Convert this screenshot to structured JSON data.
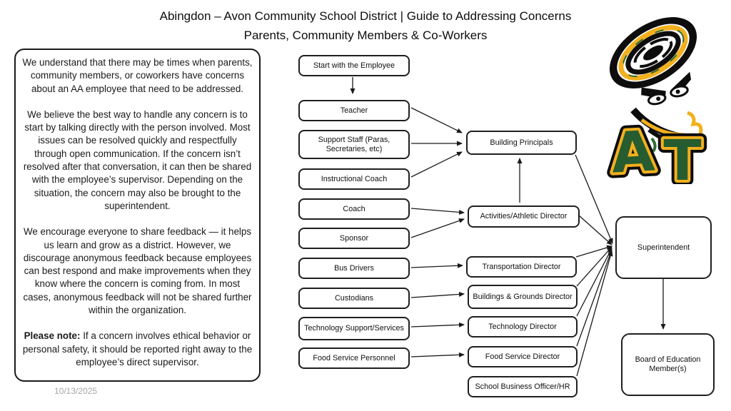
{
  "title": {
    "line1": "Abingdon – Avon Community School District | Guide to Addressing Concerns",
    "line2": "Parents, Community Members & Co-Workers"
  },
  "info_panel": {
    "paragraph1": "We understand that there may be times when parents, community members, or coworkers have concerns about an AA employee that need to be addressed.",
    "paragraph2": "We believe the best way to handle any concern is to start by talking directly with the person involved. Most issues can be resolved quickly and respectfully through open communication. If the concern isn’t resolved after that conversation, it can then be shared with the employee’s supervisor. Depending on the situation, the concern may also be brought to the superintendent.",
    "paragraph3": "We encourage everyone to share feedback — it helps us learn and grow as a district. However, we discourage anonymous feedback because employees can best respond and make improvements when they know where the concern is coming from. In most cases, anonymous feedback will not be shared further within the organization.",
    "note_label": "Please note:",
    "note_text": " If a concern involves ethical behavior or personal safety, it should be reported right away to the employee’s direct supervisor."
  },
  "date": "10/13/2025",
  "flowchart": {
    "boxes": [
      {
        "id": "start-with-employee",
        "label": "Start with the Employee"
      },
      {
        "id": "teacher",
        "label": "Teacher"
      },
      {
        "id": "support-staff",
        "label": "Support Staff (Paras, Secretaries, etc)"
      },
      {
        "id": "instructional-coach",
        "label": "Instructional Coach"
      },
      {
        "id": "coach",
        "label": "Coach"
      },
      {
        "id": "sponsor",
        "label": "Sponsor"
      },
      {
        "id": "bus-drivers",
        "label": "Bus Drivers"
      },
      {
        "id": "custodians",
        "label": "Custodians"
      },
      {
        "id": "technology-support",
        "label": "Technology Support/Services"
      },
      {
        "id": "food-service-personnel",
        "label": "Food Service Personnel"
      },
      {
        "id": "building-principals",
        "label": "Building Principals"
      },
      {
        "id": "activities-athletic-director",
        "label": "Activities/Athletic Director"
      },
      {
        "id": "transportation-director",
        "label": "Transportation Director"
      },
      {
        "id": "buildings-grounds-director",
        "label": "Buildings & Grounds Director"
      },
      {
        "id": "technology-director",
        "label": "Technology Director"
      },
      {
        "id": "food-service-director",
        "label": "Food Service Director"
      },
      {
        "id": "school-business-officer",
        "label": "School Business Officer/HR"
      },
      {
        "id": "superintendent",
        "label": "Superintendent"
      },
      {
        "id": "board-of-education",
        "label": "Board of Education Member(s)"
      }
    ],
    "connections": [
      {
        "from": "start-with-employee",
        "to": "teacher"
      },
      {
        "from": "teacher",
        "to": "building-principals"
      },
      {
        "from": "support-staff",
        "to": "building-principals"
      },
      {
        "from": "instructional-coach",
        "to": "building-principals"
      },
      {
        "from": "coach",
        "to": "activities-athletic-director"
      },
      {
        "from": "sponsor",
        "to": "activities-athletic-director"
      },
      {
        "from": "activities-athletic-director",
        "to": "building-principals"
      },
      {
        "from": "bus-drivers",
        "to": "transportation-director"
      },
      {
        "from": "custodians",
        "to": "buildings-grounds-director"
      },
      {
        "from": "technology-support",
        "to": "technology-director"
      },
      {
        "from": "food-service-personnel",
        "to": "food-service-director"
      },
      {
        "from": "building-principals",
        "to": "superintendent"
      },
      {
        "from": "activities-athletic-director",
        "to": "superintendent"
      },
      {
        "from": "transportation-director",
        "to": "superintendent"
      },
      {
        "from": "buildings-grounds-director",
        "to": "superintendent"
      },
      {
        "from": "technology-director",
        "to": "superintendent"
      },
      {
        "from": "food-service-director",
        "to": "superintendent"
      },
      {
        "from": "school-business-officer",
        "to": "superintendent"
      },
      {
        "from": "superintendent",
        "to": "board-of-education"
      }
    ]
  },
  "logo": {
    "letter_a": "A",
    "letter_t": "T",
    "colors": {
      "green": "#265c30",
      "gold": "#f2b01e",
      "black": "#0d0d0d"
    }
  }
}
